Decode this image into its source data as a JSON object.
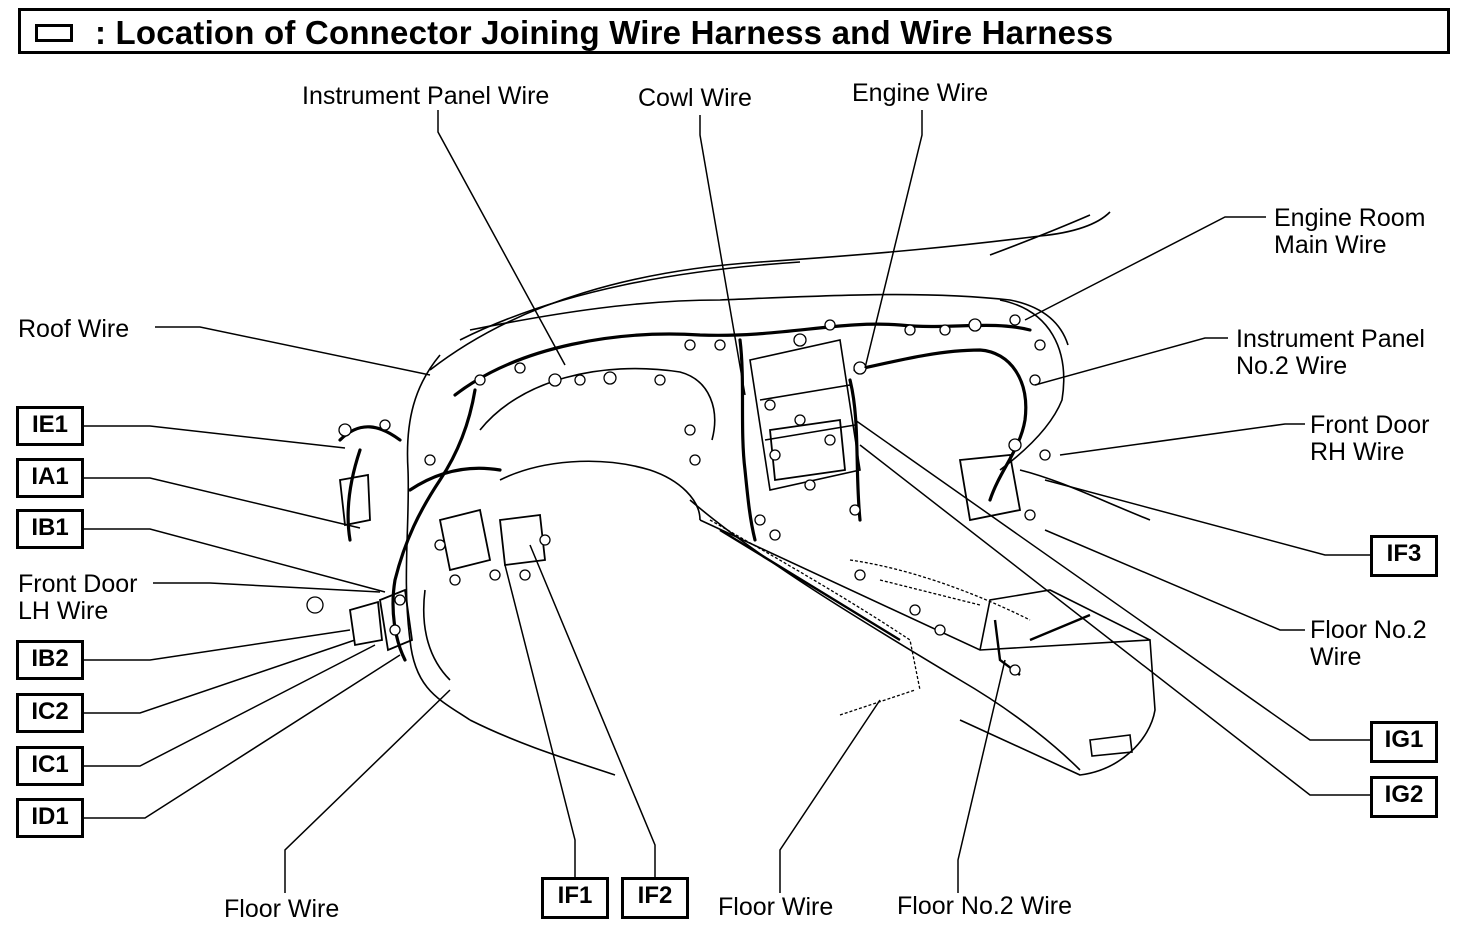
{
  "title": ": Location of Connector Joining Wire Harness and Wire Harness",
  "labels": {
    "instrument_panel_wire": "Instrument Panel Wire",
    "cowl_wire": "Cowl Wire",
    "engine_wire": "Engine Wire",
    "engine_room_main_1": "Engine Room",
    "engine_room_main_2": "Main Wire",
    "ip_no2_1": "Instrument Panel",
    "ip_no2_2": "No.2 Wire",
    "front_door_rh_1": "Front Door",
    "front_door_rh_2": "RH Wire",
    "roof_wire": "Roof Wire",
    "front_door_lh_1": "Front Door",
    "front_door_lh_2": "LH Wire",
    "floor_no2_right_1": "Floor No.2",
    "floor_no2_right_2": "Wire",
    "floor_wire_left": "Floor Wire",
    "floor_wire_mid": "Floor Wire",
    "floor_no2_bottom": "Floor No.2 Wire"
  },
  "connectors": {
    "ie1": "IE1",
    "ia1": "IA1",
    "ib1": "IB1",
    "ib2": "IB2",
    "ic2": "IC2",
    "ic1": "IC1",
    "id1": "ID1",
    "if1": "IF1",
    "if2": "IF2",
    "if3": "IF3",
    "ig1": "IG1",
    "ig2": "IG2"
  }
}
